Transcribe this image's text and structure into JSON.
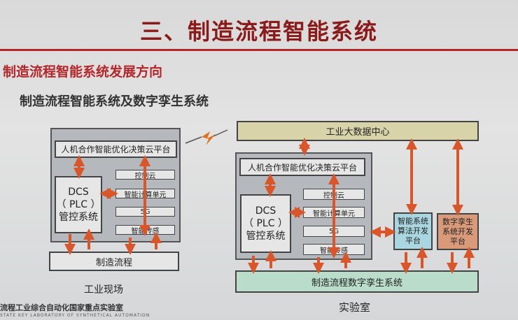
{
  "title": "三、制造流程智能系统",
  "subtitle": "制造流程智能系统发展方向",
  "section_title": "制造流程智能系统及数字孪生系统",
  "left": {
    "cloud_platform": "人机合作智能优化决策云平台",
    "dcs": [
      "DCS",
      "（ PLC ）",
      "管控系统"
    ],
    "stack": [
      "控制云",
      "智能计算单元",
      "5G",
      "智能传感"
    ],
    "process": "制造流程",
    "caption": "工业现场"
  },
  "right": {
    "big_data": "工业大数据中心",
    "cloud_platform": "人机合作智能优化决策云平台",
    "dcs": [
      "DCS",
      "（ PLC ）",
      "管控系统"
    ],
    "stack": [
      "控制云",
      "智能计算单元",
      "5G",
      "智能传感"
    ],
    "algo_platform": "智能系统算法开发平台",
    "twin_platform": "数字孪生系统开发平台",
    "twin_system": "制造流程数字孪生系统",
    "caption": "实验室"
  },
  "footer": {
    "lab_name": "流程工业综合自动化国家重点实验室",
    "lab_name_en": "STATE KEY LABORATORY OF SYNTHETICAL AUTOMATION"
  },
  "colors": {
    "title": "#8b1a1a",
    "accent": "#b3262a",
    "arrow": "#d9562a",
    "big_data": "#d8d3a8",
    "twin_system": "#b9dccb",
    "algo_platform": "#a9d6e0",
    "twin_platform": "#d99a7a"
  }
}
